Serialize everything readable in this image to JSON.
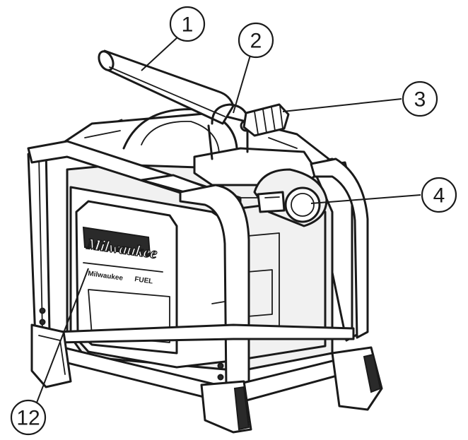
{
  "callouts": [
    {
      "id": "1",
      "label": "1"
    },
    {
      "id": "2",
      "label": "2"
    },
    {
      "id": "3",
      "label": "3"
    },
    {
      "id": "4",
      "label": "4"
    },
    {
      "id": "12",
      "label": "12"
    }
  ],
  "device": {
    "brand_text": "Milwaukee",
    "fuel_text": "FUEL",
    "battery_text": "Milwaukee"
  }
}
